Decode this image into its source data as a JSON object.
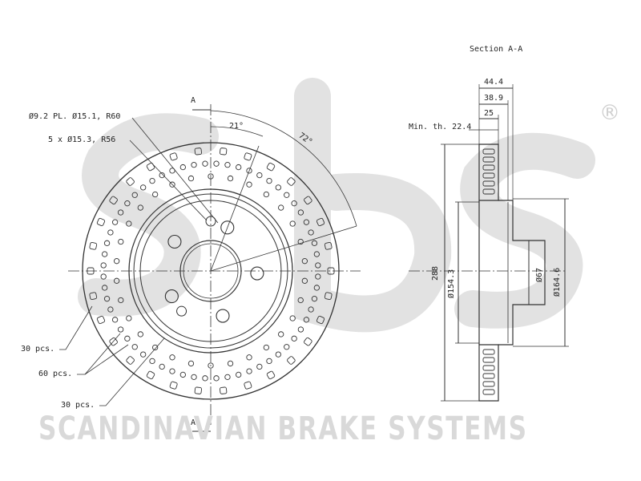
{
  "section_title": "Section A-A",
  "brand_text": "SCANDINAVIAN BRAKE SYSTEMS",
  "logo_text": "sbs",
  "registered_mark": "®",
  "front_view": {
    "section_marker_top": "A",
    "section_marker_bottom": "A",
    "angle_small": "21°",
    "angle_large": "72°",
    "callout_holes_1": "Ø9.2 PL. Ø15.1, R60",
    "callout_holes_2": "5 x Ø15.3, R56",
    "pcs_outer": "30 pcs.",
    "pcs_middle": "60 pcs.",
    "pcs_inner": "30 pcs."
  },
  "section_view": {
    "dim_total_width": "44.4",
    "dim_hat_width": "38.9",
    "dim_flange": "25",
    "min_thickness": "Min. th. 22.4",
    "dia_outer": "288",
    "dia_hat_inner": "Ø154.3",
    "dia_bore": "Ø67",
    "dia_hat_outer": "Ø164.6"
  },
  "colors": {
    "line": "#333333",
    "watermark": "#dcdcdc",
    "brand": "#d9d9d9"
  }
}
